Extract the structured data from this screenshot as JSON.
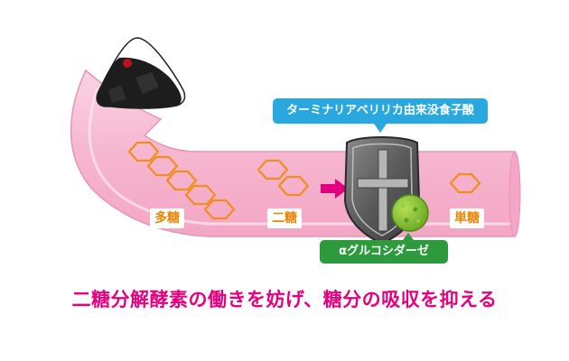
{
  "labels": {
    "polysaccharide": "多糖",
    "disaccharide": "二糖",
    "monosaccharide": "単糖"
  },
  "callouts": {
    "shield": "ターミナリアベリリカ由来没食子酸",
    "enzyme": "αグルコシダーゼ"
  },
  "caption": "二糖分解酵素の働きを妨げ、糖分の吸収を抑える",
  "colors": {
    "intestine": "#f7b9d3",
    "hexagon_stroke": "#f18f1d",
    "sugar_label": "#f08300",
    "callout_blue": "#29a8e0",
    "callout_green": "#2d9a3e",
    "caption": "#e4007f",
    "arrow": "#e4007f"
  },
  "icons": {
    "food": "onigiri-icon",
    "blocker": "shield-icon",
    "enzyme": "green-ball-icon"
  }
}
